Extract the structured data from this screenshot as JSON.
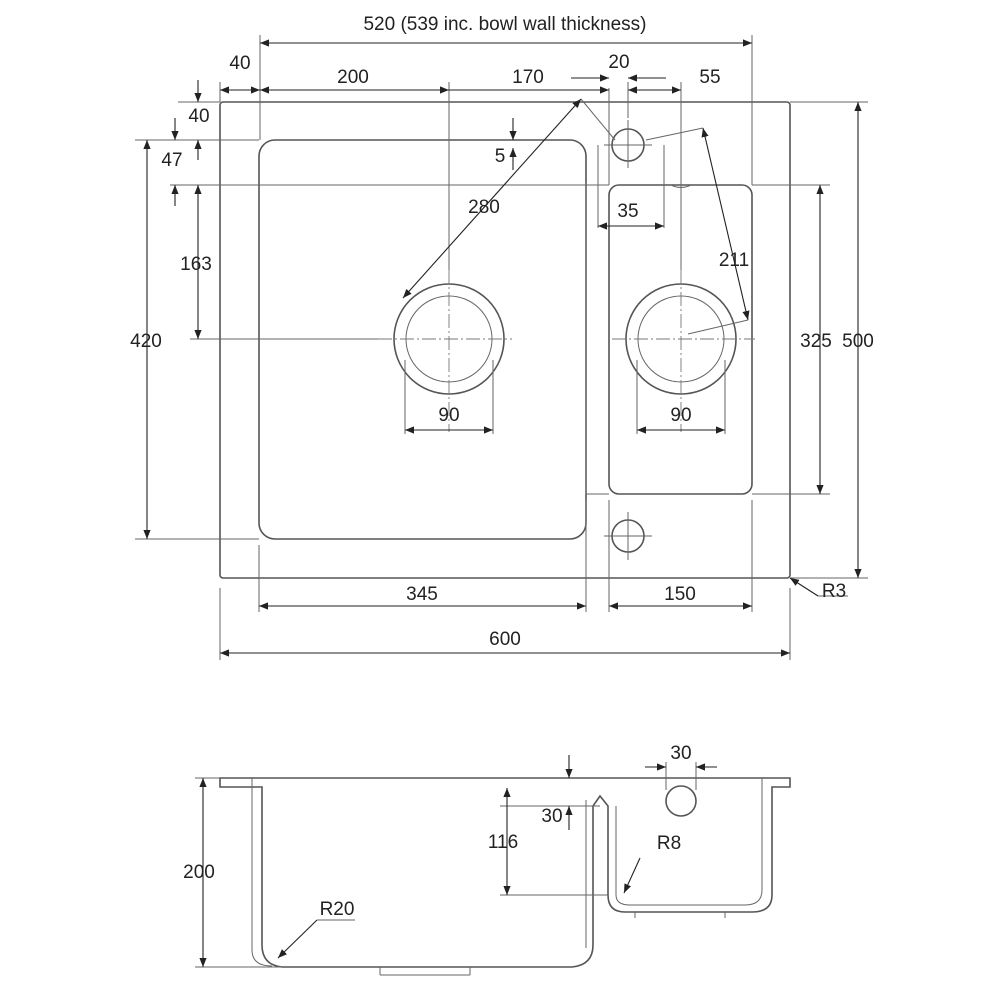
{
  "labels": {
    "top_width": "520 (539 inc. bowl wall thickness)",
    "left_margin": "40",
    "main_to_center": "200",
    "center_to_center": "170",
    "tap_offset": "20",
    "tap_edge": "55",
    "top_margin": "40",
    "top_inner": "47",
    "lip": "5",
    "diag_main": "280",
    "tap_inset": "35",
    "depth_to_center": "163",
    "diag_small": "211",
    "left_height": "420",
    "small_height": "325",
    "overall_height": "500",
    "waste_main": "90",
    "waste_small": "90",
    "bowl_main_width": "345",
    "bowl_small_width": "150",
    "overall_width": "600",
    "corner_radius": "R3",
    "tap_hole": "30",
    "side_lip": "30",
    "small_depth": "116",
    "overall_depth": "200",
    "radius_main": "R20",
    "radius_small": "R8"
  }
}
